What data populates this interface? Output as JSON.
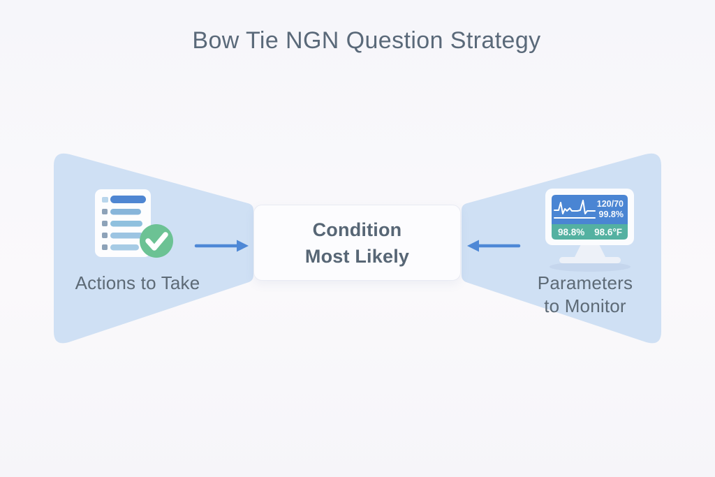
{
  "title": "Bow Tie NGN Question Strategy",
  "center_node": {
    "line1": "Condition",
    "line2": "Most Likely"
  },
  "left_wing": {
    "label": "Actions to Take",
    "icon": "checklist-checkmark-icon"
  },
  "right_wing": {
    "label_line1": "Parameters",
    "label_line2": "to Monitor",
    "icon": "vitals-monitor-icon",
    "monitor": {
      "blood_pressure": "120/70",
      "spo2": "99.8%",
      "reading_percent": "98.8%",
      "temperature": "98.6°F"
    }
  },
  "colors": {
    "background": "#f7f7fa",
    "wing_fill": "#cfe0f4",
    "arrow": "#4e88d6",
    "title_text": "#5a6979",
    "label_text": "#5d6a76",
    "center_text": "#576675",
    "box_background": "#fcfcfe",
    "box_border": "#e9ebf3",
    "card_background": "#fdfdfe",
    "check_green": "#6cc294",
    "bar_primary": "#4f86d2",
    "bullet": "#8da2b8",
    "bullet_first": "#b9d6ec",
    "screen_top": "#4a85d3",
    "screen_bottom": "#54b1a1",
    "monitor_frame": "#fbfcfe",
    "stand": "#edf1f8"
  }
}
